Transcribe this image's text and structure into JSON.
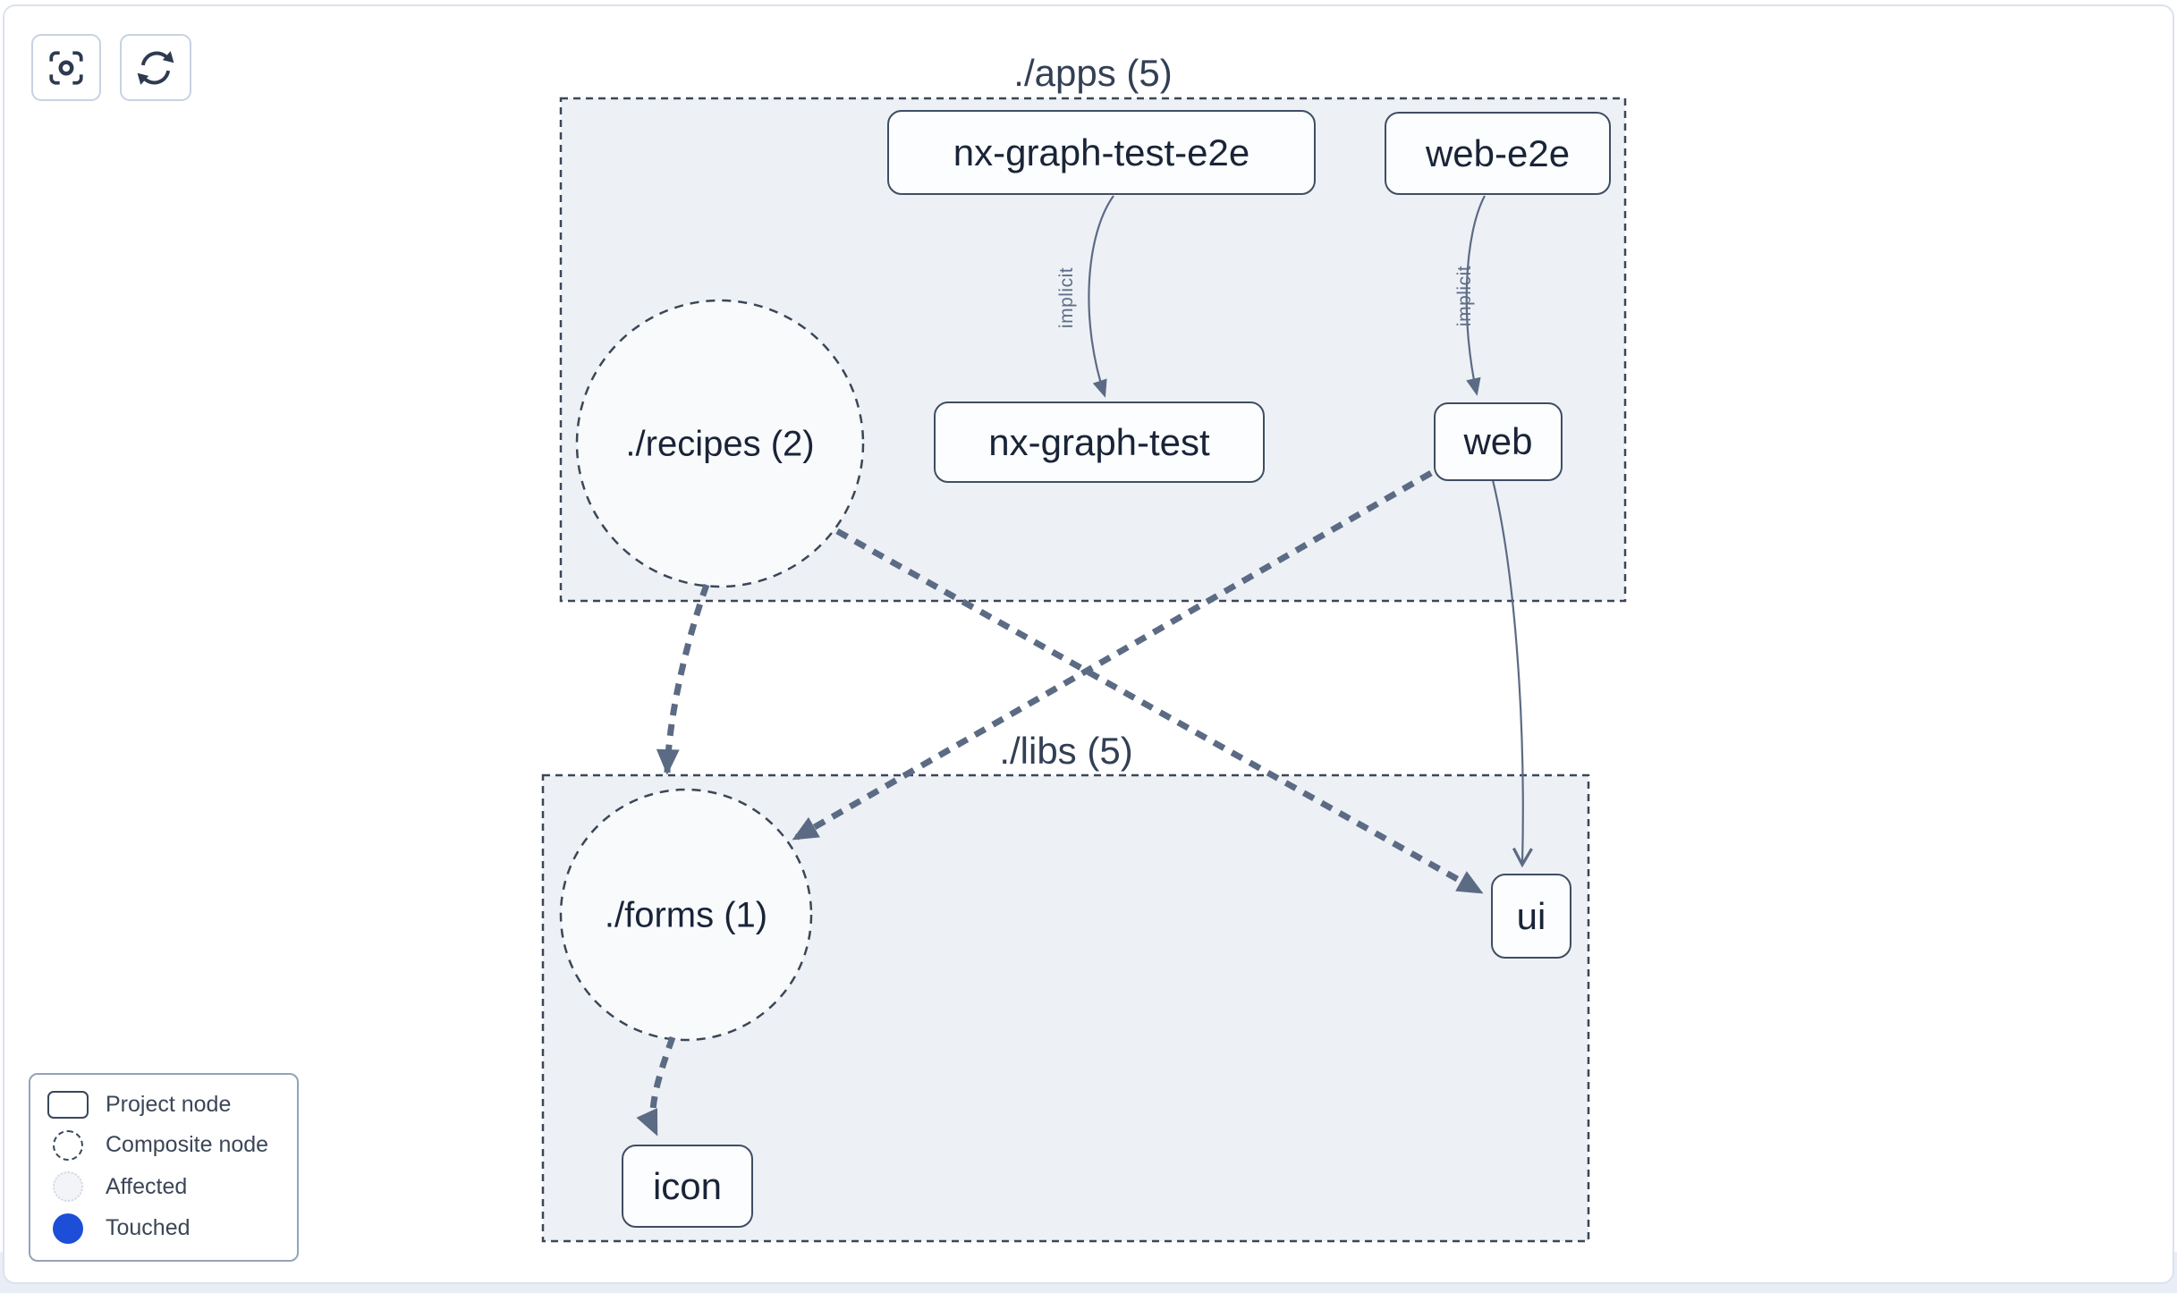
{
  "toolbar": {
    "buttons": [
      {
        "icon": "scan-focus-icon",
        "action": "center-graph"
      },
      {
        "icon": "refresh-icon",
        "action": "refresh-graph"
      }
    ]
  },
  "graph": {
    "groups": [
      {
        "id": "apps",
        "label": "./apps (5)"
      },
      {
        "id": "libs",
        "label": "./libs (5)"
      }
    ],
    "composite_nodes": [
      {
        "id": "recipes",
        "label": "./recipes (2)"
      },
      {
        "id": "forms",
        "label": "./forms (1)"
      }
    ],
    "project_nodes": [
      {
        "id": "nx-graph-test-e2e",
        "label": "nx-graph-test-e2e"
      },
      {
        "id": "web-e2e",
        "label": "web-e2e"
      },
      {
        "id": "nx-graph-test",
        "label": "nx-graph-test"
      },
      {
        "id": "web",
        "label": "web"
      },
      {
        "id": "ui",
        "label": "ui"
      },
      {
        "id": "icon",
        "label": "icon"
      }
    ],
    "edges": [
      {
        "from": "nx-graph-test-e2e",
        "to": "nx-graph-test",
        "label": "implicit",
        "style": "solid-thin"
      },
      {
        "from": "web-e2e",
        "to": "web",
        "label": "implicit",
        "style": "solid-thin"
      },
      {
        "from": "./recipes",
        "to": "./forms",
        "label": "",
        "style": "dashed-thick"
      },
      {
        "from": "./recipes",
        "to": "ui",
        "label": "",
        "style": "dashed-thick"
      },
      {
        "from": "web",
        "to": "./forms",
        "label": "",
        "style": "dashed-thick"
      },
      {
        "from": "web",
        "to": "ui",
        "label": "",
        "style": "solid-thin"
      },
      {
        "from": "./forms",
        "to": "icon",
        "label": "",
        "style": "dashed-thick"
      }
    ]
  },
  "legend": {
    "items": [
      {
        "swatch": "project-node",
        "label": "Project node"
      },
      {
        "swatch": "composite-node",
        "label": "Composite node"
      },
      {
        "swatch": "affected",
        "label": "Affected"
      },
      {
        "swatch": "touched",
        "label": "Touched"
      }
    ]
  },
  "colors": {
    "touched_blue": "#1d4ed8",
    "edge": "#5c6b84",
    "container_fill": "#edf1f6",
    "node_border": "#3f4d63",
    "canvas_border": "#dbe2ee"
  }
}
